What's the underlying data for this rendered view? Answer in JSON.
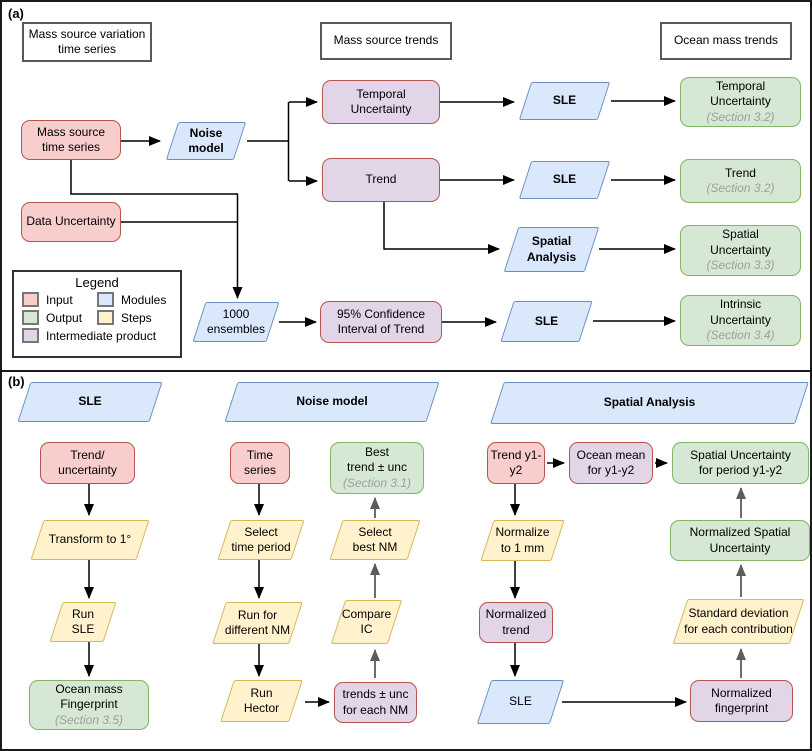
{
  "colors": {
    "input_fill": "#f8cecc",
    "input_border": "#b85450",
    "modules_fill": "#dae8fc",
    "modules_border": "#6c8ebf",
    "output_fill": "#d5e8d4",
    "output_border": "#82b366",
    "steps_fill": "#fff2cc",
    "steps_border": "#d6b656",
    "intermediate_fill": "#e1d5e7",
    "intermediate_border": "#b85450",
    "section_text": "#9e9e9e"
  },
  "panel_a": {
    "label": "(a)",
    "column_headers": {
      "left": "Mass source variation\ntime series",
      "middle": "Mass source trends",
      "right": "Ocean mass trends"
    },
    "nodes": {
      "mass_source_time_series": "Mass source\ntime series",
      "noise_model": "Noise\nmodel",
      "data_uncertainty": "Data Uncertainty",
      "temporal_uncertainty": "Temporal\nUncertainty",
      "trend": "Trend",
      "sle_top": "SLE",
      "sle_mid": "SLE",
      "sle_bottom": "SLE",
      "spatial_analysis": "Spatial\nAnalysis",
      "ensembles": "1000\nensembles",
      "confidence_interval": "95% Confidence\nInterval of Trend"
    },
    "outputs": {
      "temporal": {
        "label": "Temporal\nUncertainty",
        "section": "(Section 3.2)"
      },
      "trend": {
        "label": "Trend",
        "section": "(Section 3.2)"
      },
      "spatial": {
        "label": "Spatial\nUncertainty",
        "section": "(Section 3.3)"
      },
      "intrinsic": {
        "label": "Intrinsic\nUncertainty",
        "section": "(Section 3.4)"
      }
    },
    "legend": {
      "title": "Legend",
      "items": [
        {
          "label": "Input",
          "color": "#f8cecc"
        },
        {
          "label": "Modules",
          "color": "#dae8fc"
        },
        {
          "label": "Output",
          "color": "#d5e8d4"
        },
        {
          "label": "Steps",
          "color": "#fff2cc"
        },
        {
          "label": "Intermediate product",
          "color": "#e1d5e7"
        }
      ]
    }
  },
  "panel_b": {
    "label": "(b)",
    "sle_module": {
      "header": "SLE",
      "input": "Trend/\nuncertainty",
      "step_transform": "Transform to 1°",
      "step_run_sle": "Run\nSLE",
      "output": {
        "label": "Ocean mass\nFingerprint",
        "section": "(Section 3.5)"
      }
    },
    "noise_module": {
      "header": "Noise model",
      "input": "Time\nseries",
      "output": {
        "label": "Best\ntrend ± unc",
        "section": "(Section 3.1)"
      },
      "step_select_period": "Select\ntime period",
      "step_select_nm": "Select\nbest NM",
      "step_run_nm": "Run for\ndifferent NM",
      "step_compare_ic": "Compare\nIC",
      "step_run_hector": "Run\nHector",
      "intermediate_trends": "trends ± unc\nfor each NM"
    },
    "spatial_module": {
      "header": "Spatial Analysis",
      "input": "Trend y1-\ny2",
      "ocean_mean": "Ocean mean\nfor y1-y2",
      "output": "Spatial Uncertainty\nfor period y1-y2",
      "step_normalize": "Normalize\nto 1 mm",
      "normalized_spatial_uncertainty": "Normalized Spatial\nUncertainty",
      "normalized_trend": "Normalized\ntrend",
      "step_std_dev": "Standard deviation\nfor each contribution",
      "sle": "SLE",
      "normalized_fingerprint": "Normalized\nfingerprint"
    }
  }
}
